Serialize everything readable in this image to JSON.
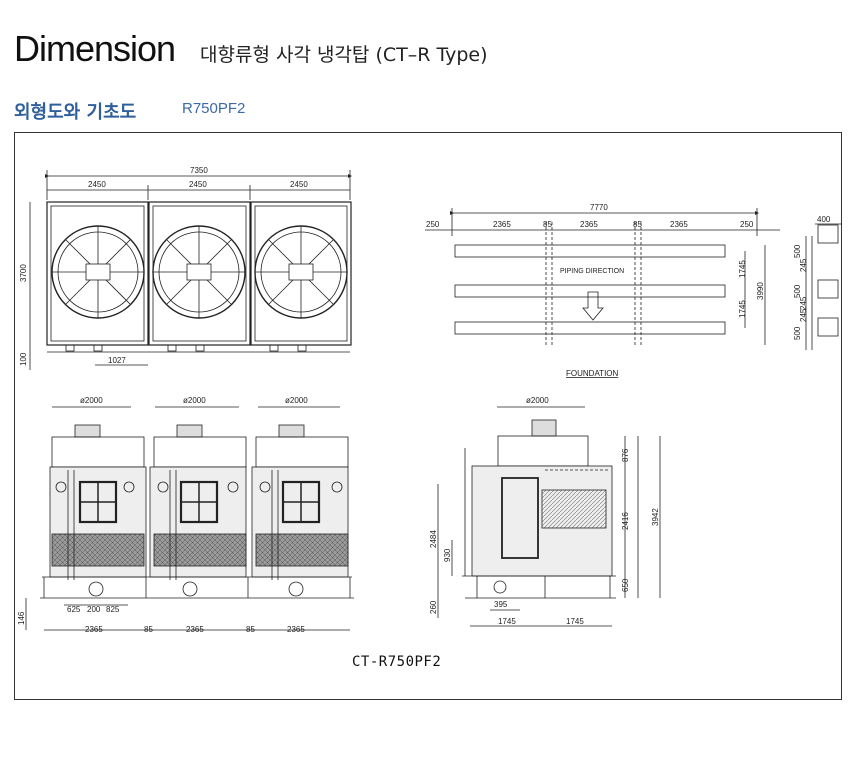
{
  "header": {
    "title": "Dimension",
    "subtitle": "대향류형 사각 냉각탑 (CT–R Type)"
  },
  "section": {
    "title": "외형도와 기초도",
    "model": "R750PF2"
  },
  "drawing": {
    "model_label": "CT-R750PF2",
    "top_view": {
      "overall": "7350",
      "cells": [
        "2450",
        "2450",
        "2450"
      ],
      "height": "3700",
      "offset_bottom": "100",
      "pipe_offset": "1027"
    },
    "foundation": {
      "overall": "7770",
      "segments": [
        "250",
        "2365",
        "85",
        "2365",
        "85",
        "2365",
        "250"
      ],
      "right_dims": [
        "1745",
        "3990",
        "1745"
      ],
      "detail_width": "400",
      "detail_dims": [
        "500",
        "245",
        "500",
        "245",
        "245",
        "500"
      ],
      "piping_direction": "PIPING DIRECTION",
      "title": "FOUNDATION"
    },
    "front_view": {
      "fan_dia": [
        "ø2000",
        "ø2000",
        "ø2000"
      ],
      "bottom_dims": [
        "625",
        "200",
        "825"
      ],
      "base_offset": "146",
      "spans": [
        "2365",
        "85",
        "2365",
        "85",
        "2365"
      ]
    },
    "side_view": {
      "fan_dia": "ø2000",
      "heights_right": [
        "876",
        "2416",
        "3942",
        "650"
      ],
      "heights_left": [
        "2484",
        "930",
        "260"
      ],
      "inlet": "395",
      "spans": [
        "1745",
        "1745"
      ]
    }
  }
}
